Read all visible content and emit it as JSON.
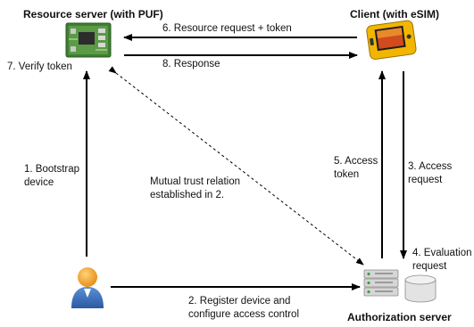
{
  "nodes": {
    "resource_server": {
      "title": "Resource server (with PUF)",
      "icon": "chip-icon"
    },
    "client": {
      "title": "Client (with eSIM)",
      "icon": "handheld-device-icon"
    },
    "user": {
      "icon": "user-person-icon"
    },
    "authorization_server": {
      "title": "Authorization server",
      "icon": "server-rack-icon",
      "db_icon": "database-icon"
    }
  },
  "steps": {
    "s1": "1. Bootstrap\ndevice",
    "s2": "2. Register device and\nconfigure access control",
    "s3": "3. Access\nrequest",
    "s4": "4. Evaluation\nrequest",
    "s5": "5. Access\ntoken",
    "s6": "6. Resource request + token",
    "s7": "7. Verify token",
    "s8": "8. Response"
  },
  "trust_note": "Mutual trust relation\nestablished in 2.",
  "colors": {
    "arrow": "#000000",
    "chip_green": "#4f8f3c",
    "device_yellow": "#f0b400",
    "user_orange": "#f0a030",
    "user_blue": "#3c6fb5"
  }
}
